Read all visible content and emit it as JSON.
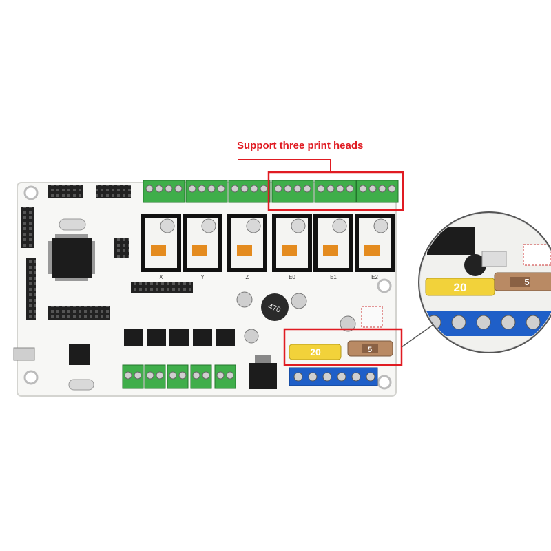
{
  "callout": {
    "text": "Support three print heads",
    "color": "#e01b22"
  },
  "board": {
    "background": "#f7f7f5",
    "terminal_green": "#3fae4a",
    "terminal_blue": "#1f5fc8",
    "fuse_yellow": "#f2d23a",
    "fuse_tan": "#b98a64",
    "chip_black": "#1c1c1c",
    "driver_labels": [
      "X",
      "Y",
      "Z",
      "E0",
      "E1",
      "E2"
    ],
    "fuse_large_value": "20",
    "fuse_small_value": "5",
    "inductor_value": "470"
  },
  "zoom_inset": {
    "fuse_large_value": "20",
    "fuse_small_value": "5"
  }
}
